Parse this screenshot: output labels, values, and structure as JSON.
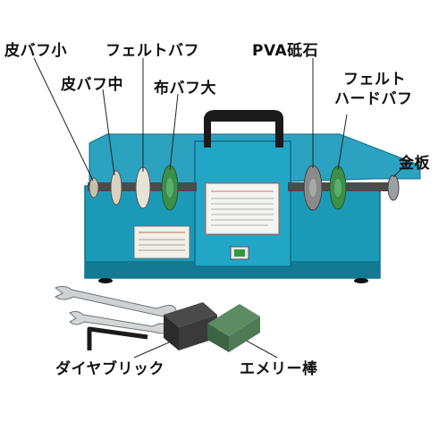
{
  "labels": {
    "kawa_small": "皮バフ小",
    "kawa_medium": "皮バフ中",
    "felt_buff": "フェルトバフ",
    "cloth_large": "布バフ大",
    "pva_stone": "PVA砥石",
    "felt_hard_line1": "フェルト",
    "felt_hard_line2": "ハードバフ",
    "metal_plate": "金板",
    "diamond_brick": "ダイヤブリック",
    "emery_bar": "エメリー棒"
  },
  "colors": {
    "body_teal": "#1b9ab8",
    "body_dark": "#137a93",
    "handle": "#1a1a1a",
    "stone_gray": "#8a8a8a",
    "felt_green": "#3c8f4a",
    "emery_green": "#4f7a55"
  }
}
